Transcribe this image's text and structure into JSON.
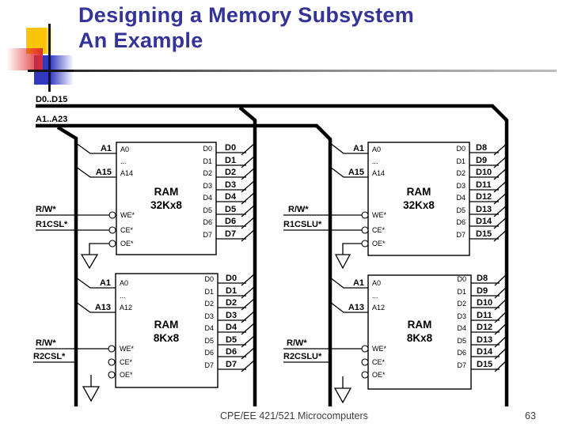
{
  "slide": {
    "title_line1": "Designing a Memory Subsystem",
    "title_line2": "An Example",
    "footer": "CPE/EE 421/521 Microcomputers",
    "page_number": "63"
  },
  "colors": {
    "title": "#333399",
    "accent_yellow": "#fdc50a",
    "accent_red": "#e02a2e",
    "accent_blue": "#3237c0",
    "line": "#000000"
  },
  "buses": {
    "data": "D0..D15",
    "address": "A1..A23"
  },
  "chips": {
    "top_left": {
      "name": "RAM",
      "size": "32Kx8",
      "addr_taps": [
        "A1",
        "A15"
      ],
      "addr_pins": [
        "A0",
        "...",
        "A14"
      ],
      "ctrl_taps": [
        "R/W*",
        "R1CSL*"
      ],
      "ctrl_pins": [
        "WE*",
        "CE*",
        "OE*"
      ],
      "data_pins": [
        "D0",
        "D1",
        "D2",
        "D3",
        "D4",
        "D5",
        "D6",
        "D7"
      ],
      "data_taps": [
        "D0",
        "D1",
        "D2",
        "D3",
        "D4",
        "D5",
        "D6",
        "D7"
      ]
    },
    "top_right": {
      "name": "RAM",
      "size": "32Kx8",
      "addr_taps": [
        "A1",
        "A15"
      ],
      "addr_pins": [
        "A0",
        "...",
        "A14"
      ],
      "ctrl_taps": [
        "R/W*",
        "R1CSLU*"
      ],
      "ctrl_pins": [
        "WE*",
        "CE*",
        "OE*"
      ],
      "data_pins": [
        "D0",
        "D1",
        "D2",
        "D3",
        "D4",
        "D5",
        "D6",
        "D7"
      ],
      "data_taps": [
        "D8",
        "D9",
        "D10",
        "D11",
        "D12",
        "D13",
        "D14",
        "D15"
      ]
    },
    "bottom_left": {
      "name": "RAM",
      "size": "8Kx8",
      "addr_taps": [
        "A1",
        "A13"
      ],
      "addr_pins": [
        "A0",
        "...",
        "A12"
      ],
      "ctrl_taps": [
        "R/W*",
        "R2CSL*"
      ],
      "ctrl_pins": [
        "WE*",
        "CE*",
        "OE*"
      ],
      "data_pins": [
        "D0",
        "D1",
        "D2",
        "D3",
        "D4",
        "D5",
        "D6",
        "D7"
      ],
      "data_taps": [
        "D0",
        "D1",
        "D2",
        "D3",
        "D4",
        "D5",
        "D6",
        "D7"
      ]
    },
    "bottom_right": {
      "name": "RAM",
      "size": "8Kx8",
      "addr_taps": [
        "A1",
        "A13"
      ],
      "addr_pins": [
        "A0",
        "...",
        "A12"
      ],
      "ctrl_taps": [
        "R/W*",
        "R2CSLU*"
      ],
      "ctrl_pins": [
        "WE*",
        "CE*",
        "OE*"
      ],
      "data_pins": [
        "D0",
        "D1",
        "D2",
        "D3",
        "D4",
        "D5",
        "D6",
        "D7"
      ],
      "data_taps": [
        "D8",
        "D9",
        "D10",
        "D11",
        "D12",
        "D13",
        "D14",
        "D15"
      ]
    }
  }
}
